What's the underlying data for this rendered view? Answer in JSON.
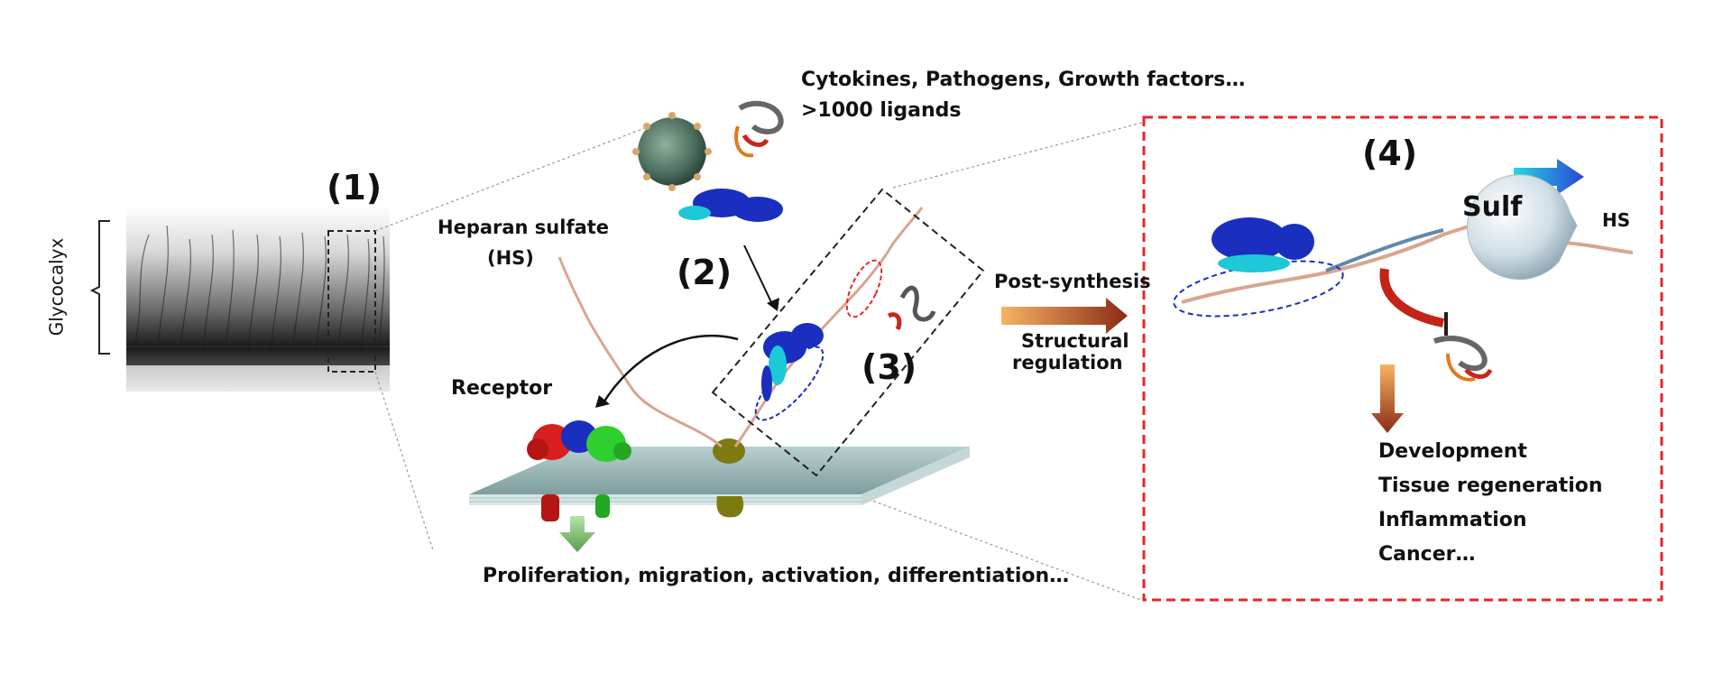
{
  "panel1": {
    "label": "(1)",
    "side_label": "Glycocalyx"
  },
  "panel2": {
    "label": "(2)",
    "ligand_text_line1": "Cytokines, Pathogens, Growth factors…",
    "ligand_text_line2": ">1000 ligands",
    "hs_label_line1": "Heparan sulfate",
    "hs_label_line2": "(HS)",
    "receptor_label": "Receptor",
    "bottom_caption": "Proliferation, migration, activation, differentiation…"
  },
  "panel3": {
    "label": "(3)"
  },
  "middle_arrow": {
    "label_top": "Post-synthesis",
    "label_bottom_line1": "Structural",
    "label_bottom_line2": "regulation"
  },
  "panel4": {
    "label": "(4)",
    "enzyme_label": "Sulf",
    "hs_label": "HS",
    "outcomes": [
      "Development",
      "Tissue regeneration",
      "Inflammation",
      "Cancer…"
    ]
  },
  "colors": {
    "dashed_box_red": "#e8242a",
    "protein_blue": "#1a2fbf",
    "protein_cyan": "#1ec8d8",
    "receptor_red": "#d81f1f",
    "receptor_green": "#2fcf2f",
    "hs_chain": "#d9a58f",
    "membrane": "#9fb8b8",
    "arrow_orange": "#f5a852",
    "arrow_brown": "#8b2a16"
  }
}
